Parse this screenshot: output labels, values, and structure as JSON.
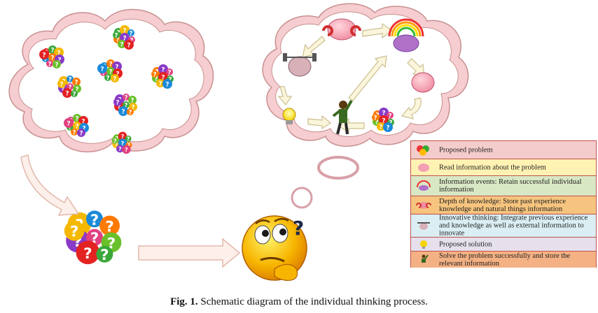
{
  "caption": {
    "label": "Fig. 1.",
    "text": "Schematic diagram of the individual thinking process."
  },
  "legend": [
    {
      "icon": "question-marks-icon",
      "text": "Proposed problem",
      "color": "#f4cccc"
    },
    {
      "icon": "reading-brain-icon",
      "text": "Read information about the problem",
      "color": "#fff2b3"
    },
    {
      "icon": "rainbow-brain-icon",
      "text": "Information events: Retain successful individual information",
      "color": "#d9e8c4"
    },
    {
      "icon": "magnet-brain-icon",
      "text": "Depth of knowledge: Store past experience knowledge and natural things information",
      "color": "#f6c47e"
    },
    {
      "icon": "lifting-brain-icon",
      "text": "Innovative thinking: Integrate previous experience and knowledge as well as external information to innovate",
      "color": "#daeef3"
    },
    {
      "icon": "light-bulb-icon",
      "text": "Proposed solution",
      "color": "#e6e0ec"
    },
    {
      "icon": "success-person-icon",
      "text": "Solve the problem successfully and store the relevant information",
      "color": "#f4b183"
    }
  ],
  "colors": {
    "cloud_outline": "#c89090",
    "cloud_shadow": "#f3c9cc",
    "arrow_fill": "#fdf0ea",
    "arrow_stroke": "#e3b8ac",
    "cycle_arrow_fill": "#fbf5dc",
    "cycle_arrow_stroke": "#cbbf8f",
    "legend_border": "#c0504d"
  }
}
